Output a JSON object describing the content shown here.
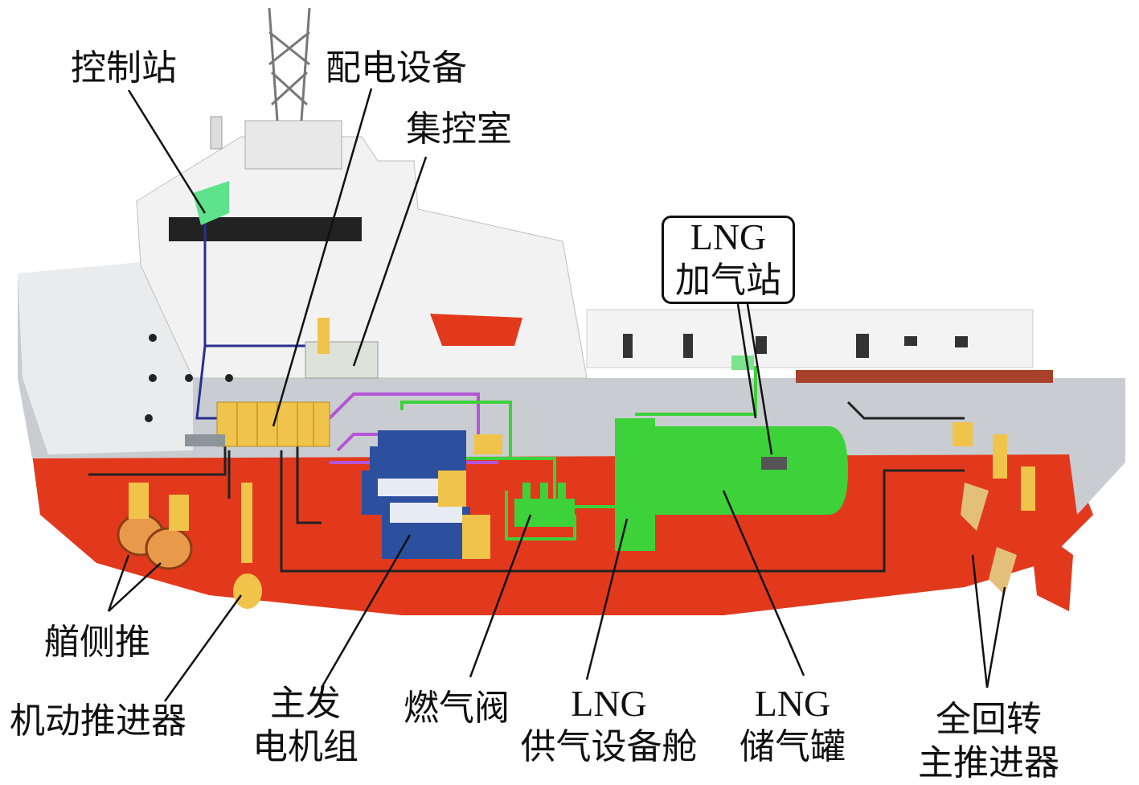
{
  "labels": {
    "control_station": "控制站",
    "switchboard": "配电设备",
    "control_room": "集控室",
    "lng_station_line1": "LNG",
    "lng_station_line2": "加气站",
    "bow_thruster": "艏侧推",
    "retractable_thruster": "机动推进器",
    "main_gen_line1": "主发",
    "main_gen_line2": "电机组",
    "gas_valve": "燃气阀",
    "lng_supply_line1": "LNG",
    "lng_supply_line2": "供气设备舱",
    "lng_tank_line1": "LNG",
    "lng_tank_line2": "储气罐",
    "azimuth_line1": "全回转",
    "azimuth_line2": "主推进器"
  },
  "colors": {
    "hull_red": "#e2391c",
    "hull_gray": "#c9cdd1",
    "superstructure": "#f2f2f2",
    "lng_green": "#3dd13a",
    "equipment_yellow": "#f0c34a",
    "generator_blue": "#2c4f9e",
    "cable_blue": "#27308f",
    "pipe_purple": "#b455d6",
    "cable_black": "#222222"
  }
}
